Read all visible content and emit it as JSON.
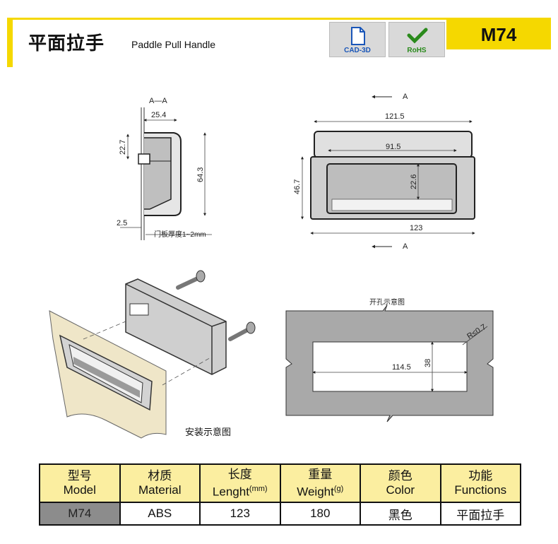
{
  "header": {
    "title_cn": "平面拉手",
    "title_en": "Paddle Pull Handle",
    "badge_cad": "CAD-3D",
    "badge_rohs": "RoHS",
    "model": "M74",
    "accent": "#f5d800"
  },
  "section_view": {
    "label": "A—A",
    "dim_width": "25.4",
    "dim_step": "22.7",
    "dim_height": "64.3",
    "dim_thick": "2.5",
    "panel_note": "门板厚度1~2mm"
  },
  "front_view": {
    "marker_top": "A",
    "marker_bottom": "A",
    "dim_outer": "121.5",
    "dim_inner": "91.5",
    "dim_recess": "22.6",
    "dim_height": "46.7",
    "dim_base": "123"
  },
  "install": {
    "caption": "安装示意图"
  },
  "cutout": {
    "caption": "开孔示意图",
    "dim_width": "114.5",
    "dim_height": "38",
    "dim_radius": "R≤0.7"
  },
  "table": {
    "headers": [
      {
        "cn": "型号",
        "en": "Model",
        "sup": ""
      },
      {
        "cn": "材质",
        "en": "Material",
        "sup": ""
      },
      {
        "cn": "长度",
        "en": "Lenght",
        "sup": "(mm)"
      },
      {
        "cn": "重量",
        "en": "Weight",
        "sup": "(g)"
      },
      {
        "cn": "颜色",
        "en": "Color",
        "sup": ""
      },
      {
        "cn": "功能",
        "en": "Functions",
        "sup": ""
      }
    ],
    "row": [
      "M74",
      "ABS",
      "123",
      "180",
      "黑色",
      "平面拉手"
    ]
  }
}
